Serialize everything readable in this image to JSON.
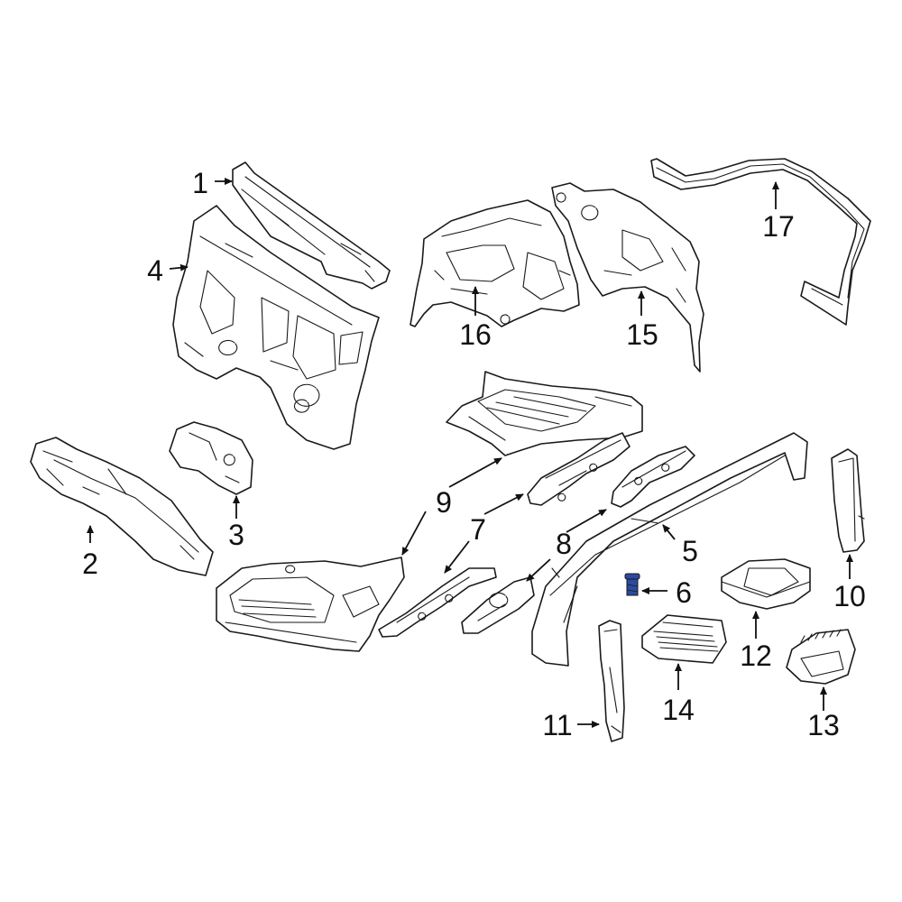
{
  "diagram": {
    "callouts": [
      {
        "id": "1",
        "label": "1"
      },
      {
        "id": "2",
        "label": "2"
      },
      {
        "id": "3",
        "label": "3"
      },
      {
        "id": "4",
        "label": "4"
      },
      {
        "id": "5",
        "label": "5"
      },
      {
        "id": "6",
        "label": "6"
      },
      {
        "id": "7",
        "label": "7"
      },
      {
        "id": "8",
        "label": "8"
      },
      {
        "id": "9",
        "label": "9"
      },
      {
        "id": "10",
        "label": "10"
      },
      {
        "id": "11",
        "label": "11"
      },
      {
        "id": "12",
        "label": "12"
      },
      {
        "id": "13",
        "label": "13"
      },
      {
        "id": "14",
        "label": "14"
      },
      {
        "id": "15",
        "label": "15"
      },
      {
        "id": "16",
        "label": "16"
      },
      {
        "id": "17",
        "label": "17"
      }
    ],
    "colors": {
      "line": "#1a1a1a",
      "background": "#ffffff",
      "highlight_part": "#2b4aa0"
    }
  }
}
